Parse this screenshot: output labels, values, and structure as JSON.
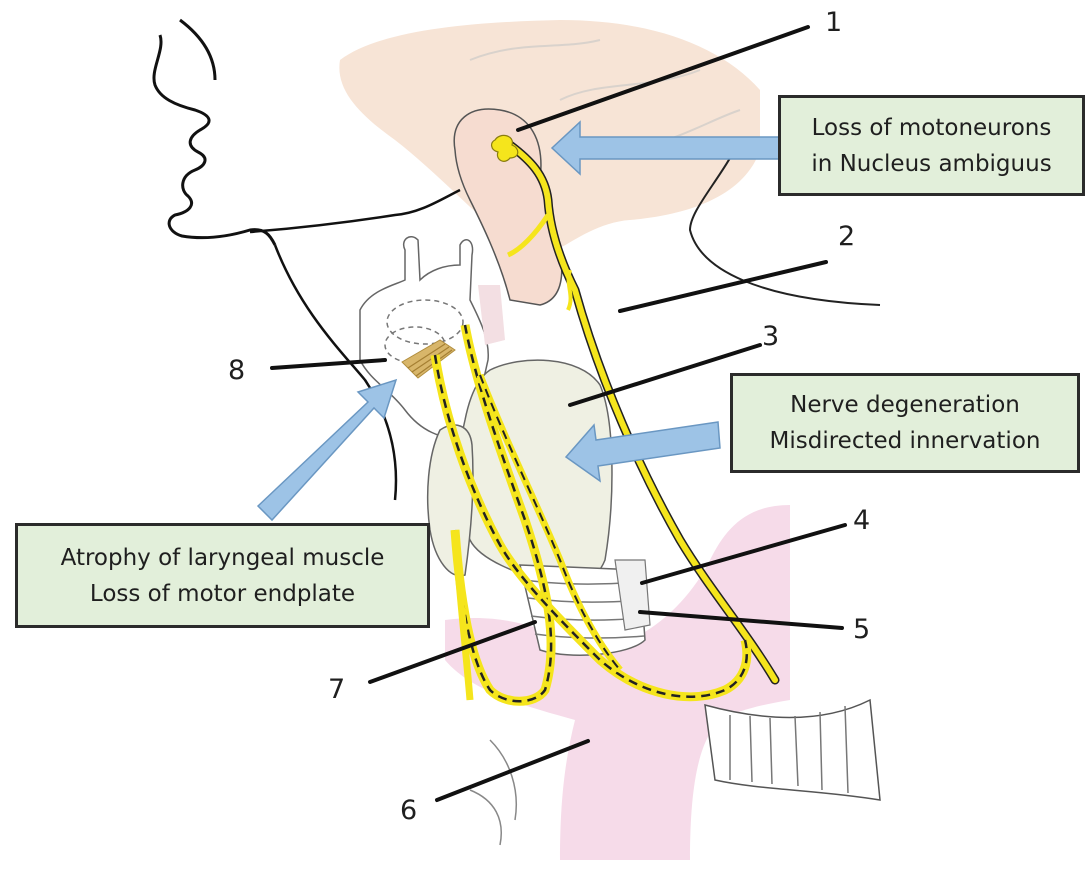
{
  "numbers": {
    "n1": "1",
    "n2": "2",
    "n3": "3",
    "n4": "4",
    "n5": "5",
    "n6": "6",
    "n7": "7",
    "n8": "8"
  },
  "callouts": {
    "motoneurons": {
      "line1": "Loss of motoneurons",
      "line2": "in Nucleus ambiguus"
    },
    "nerve": {
      "line1": "Nerve degeneration",
      "line2": "Misdirected innervation"
    },
    "muscle": {
      "line1": "Atrophy of laryngeal muscle",
      "line2": "Loss of motor endplate"
    }
  },
  "colors": {
    "nerve": "#f5e51c",
    "brain": "#f7e4d6",
    "thyroid": "#eff0e3",
    "vessel": "#f6dbe9",
    "arrow": "#9dc3e6",
    "callout_bg": "#e2efda"
  }
}
